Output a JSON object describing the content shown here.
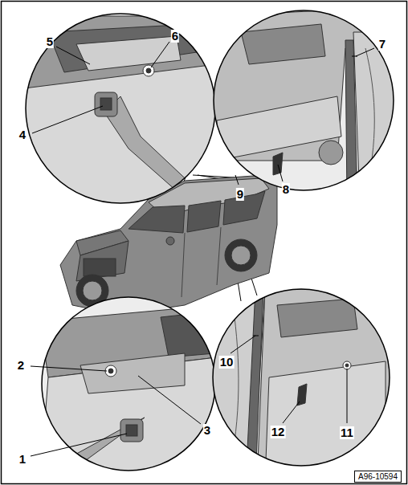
{
  "diagram": {
    "nodes": [
      {
        "text": [
          "A96-10594"
        ]
      }
    ],
    "labels": [
      "1",
      "2",
      "3",
      "4",
      "5",
      "6",
      "7",
      "8",
      "9",
      "10",
      "11",
      "12"
    ]
  }
}
